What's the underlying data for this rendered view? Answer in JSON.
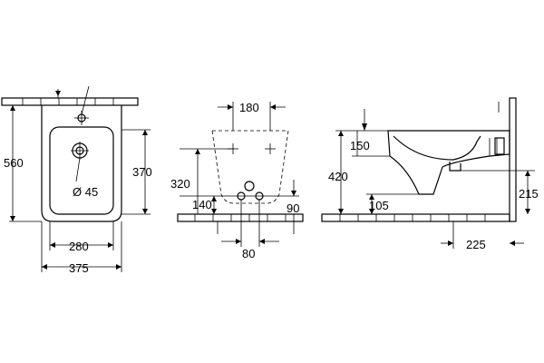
{
  "dimensions": {
    "top_view": {
      "overall_height": "560",
      "bowl_height": "370",
      "drain_diameter": "Ø 45",
      "bowl_width": "280",
      "overall_width": "375"
    },
    "rear_view": {
      "fixing_spacing": "180",
      "fixing_height": "320",
      "supply_height": "140",
      "offset": "90",
      "supply_spacing": "80"
    },
    "side_view": {
      "rim_height_top": "150",
      "overall_height": "420",
      "waste_height_from_floor": "105",
      "waste_outlet_height": "215",
      "projection": "225"
    }
  }
}
